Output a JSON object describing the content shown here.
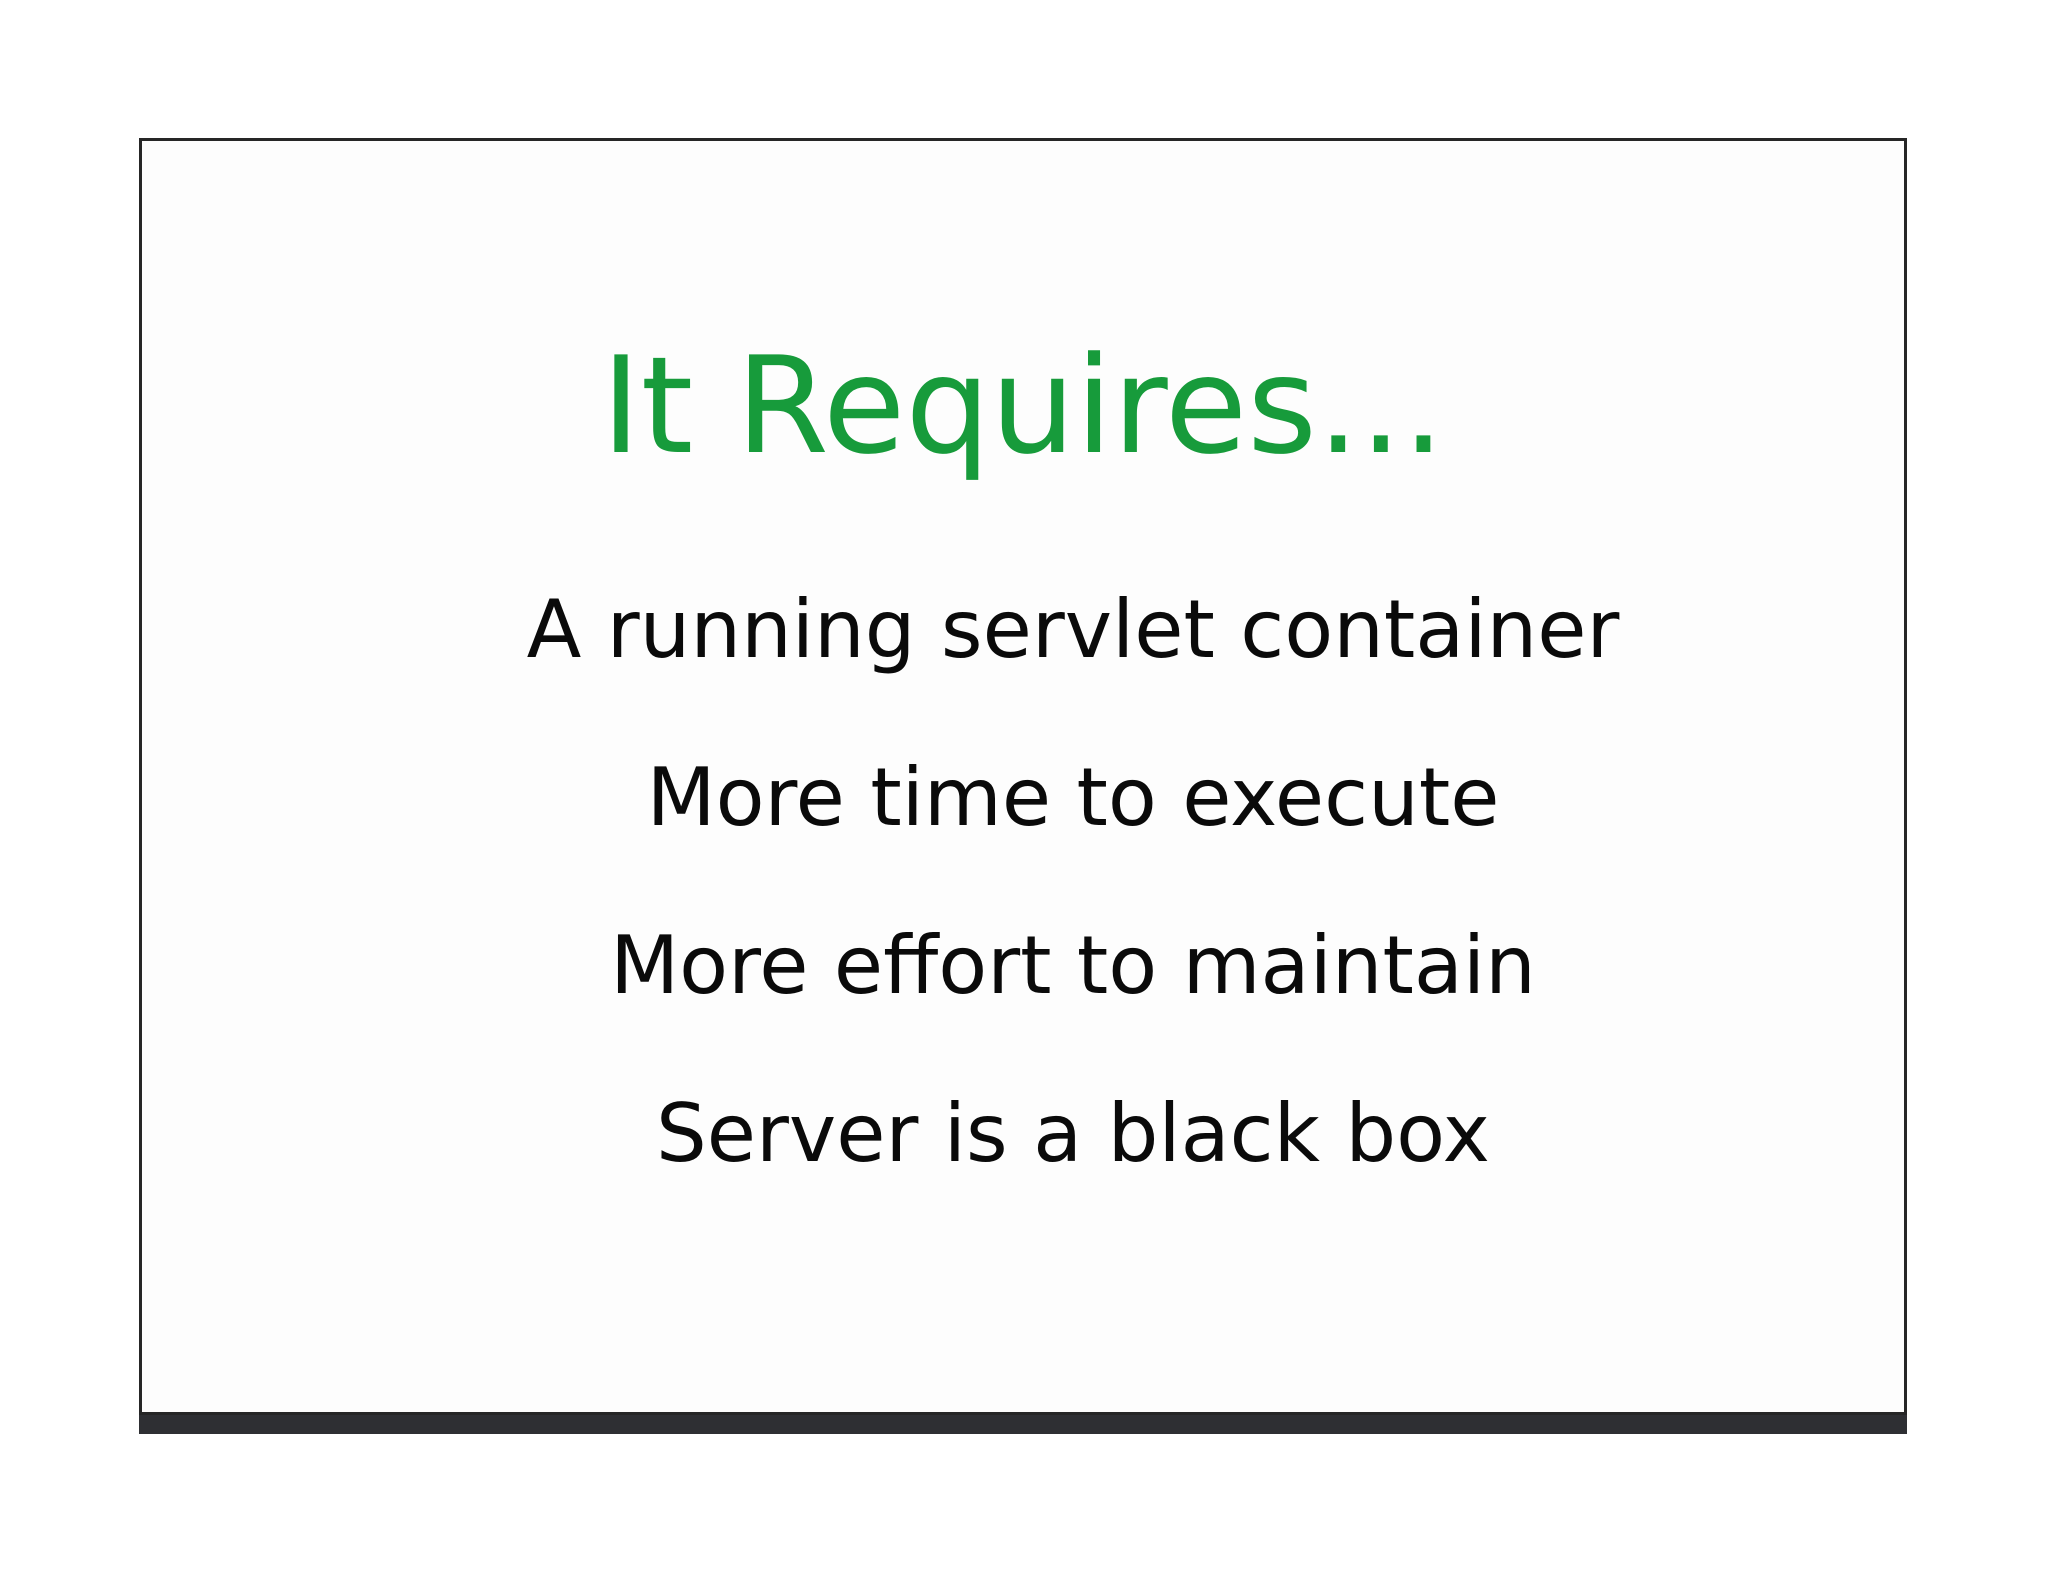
{
  "slide": {
    "title": "It Requires...",
    "bullets": [
      "A running servlet container",
      "More time to execute",
      "More effort to maintain",
      "Server is a black box"
    ],
    "colors": {
      "title_text": "#179b3b",
      "body_text": "#0a0a0a",
      "slide_background": "#fdfdfd",
      "slide_border": "#262626",
      "bottom_shadow_bar": "#2e2f33",
      "page_background": "#ffffff"
    }
  }
}
